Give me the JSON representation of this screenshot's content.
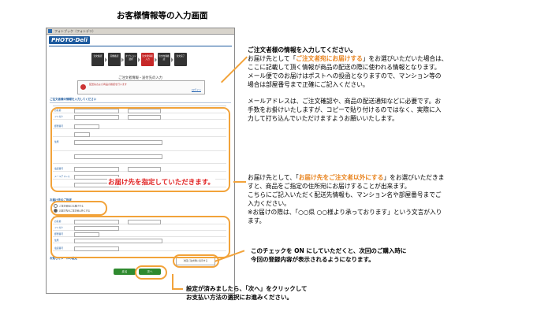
{
  "page": {
    "title": "お客様情報等の入力画面",
    "red_label": "お届け先を指定していただきます。"
  },
  "screenshot": {
    "window_title": "フォトブック（フォトデリ）",
    "logo_text": "PHOTO·Deli",
    "steps": [
      "注文確認",
      "画像確認",
      "オプション選択",
      "注文者情報入力",
      "注文内容確認",
      "注文完了"
    ],
    "section_title": "ご注文者情報・送付先の入力",
    "notice_text": "配送先および商品の確認を行います",
    "notice_link": "ログイン",
    "orderer_header": "ご注文者様の情報を入力してください",
    "orderer_fields": [
      "お名前",
      "フリガナ",
      "郵便番号",
      "住所",
      "電話番号",
      "メールアドレス"
    ],
    "delivery_header": "お届け先のご指定",
    "delivery_options": [
      "ご注文者宛にお届けする",
      "お届け先をご注文者以外にする"
    ],
    "delivery_fields": [
      "お名前",
      "フリガナ",
      "郵便番号",
      "住所",
      "電話番号"
    ],
    "mail_header": "お知らせメールの設定",
    "save_checkbox": "次回ご注文時に表示する",
    "back_button": "戻る",
    "next_button": "次へ"
  },
  "callouts": {
    "orderer": {
      "heading": "ご注文者様の情報を入力してください。",
      "line1_pre": "お届け先として「",
      "line1_em": "ご注文者宛にお届けする",
      "line1_post": "」をお選びいただいた場合は、",
      "line2": "ここに記載して頂く情報が商品の配送の際に使われる情報となります。",
      "line3": "メール便でのお届けはポストへの投函となりますので、マンション等の",
      "line4": "場合は部屋番号まで正確にご記入ください。",
      "line5": "メールアドレスは、ご注文確認や、商品の配送通知などに必要です。お",
      "line6": "手数をお掛けいたしますが、コピーで貼り付けるのではなく、実際に入",
      "line7": "力して打ち込んでいただけますようお願いいたします。"
    },
    "delivery": {
      "line1_pre": "お届け先として、「",
      "line1_em": "お届け先をご注文者以外にする",
      "line1_post": "」をお選びいただきま",
      "line2": "すと、商品をご指定の住所宛にお届けすることが出来ます。",
      "line3": "こちらにご記入いただく配送先情報も、マンション名や部屋番号までご",
      "line4": "入力ください。",
      "line5": "※お届けの際は、「○○県 ○○様より承っております」という文言が入り",
      "line6": "ます。"
    },
    "checkbox": {
      "line1": "このチェックを ON にしていただくと、次回のご購入時に",
      "line2": "今回の登録内容が表示されるようになります。"
    },
    "next": {
      "line1": "設定が済みましたら、「次へ」をクリックして",
      "line2": "お支払い方法の選択にお進みください。"
    }
  },
  "colors": {
    "accent": "#f2a33a",
    "emphasis": "#e8821c",
    "alert": "#e02020",
    "button": "#2f8a2f",
    "brand": "#1d5a9e"
  }
}
